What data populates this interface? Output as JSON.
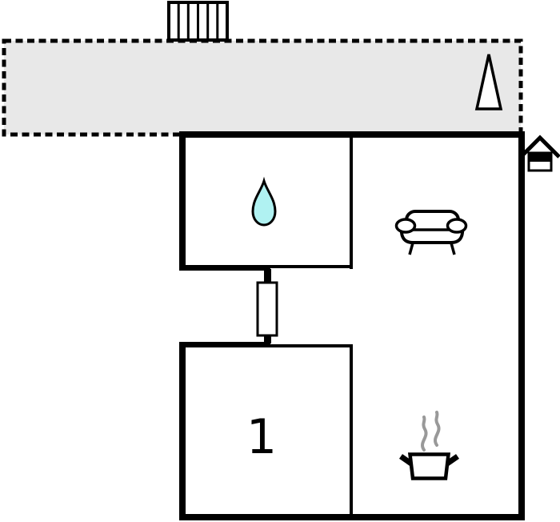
{
  "page": {
    "background": "#ffffff"
  },
  "colors": {
    "wall": "#000000",
    "outline": "#000000",
    "terrace_fill": "#e8e8e8",
    "room_fill": "#ffffff",
    "water_drop_fill": "#b0f2f2",
    "steam": "#999999"
  },
  "rooms": {
    "bedroom": {
      "label": "1"
    }
  },
  "icons": {
    "stairs": "stairs",
    "tree": "conifer-tree",
    "entrance": "house-entrance",
    "water_drop": "water-drop",
    "sofa": "sofa",
    "cooking_pot": "cooking-pot-with-steam"
  }
}
